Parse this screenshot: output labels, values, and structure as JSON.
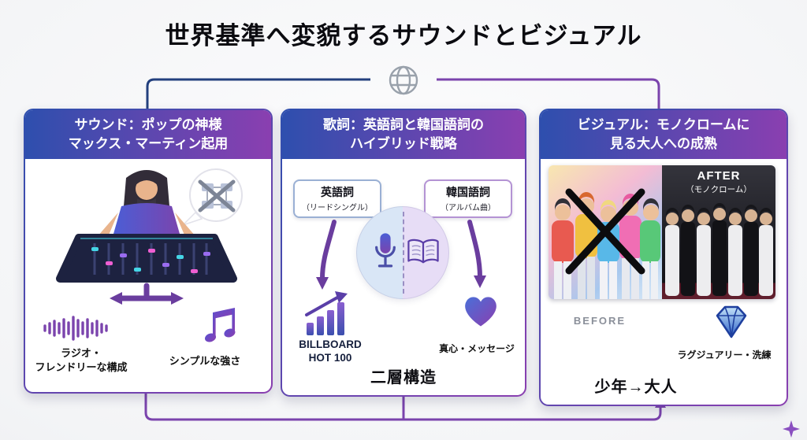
{
  "title": "世界基準へ変貌するサウンドとビジュアル",
  "colors": {
    "header_gradient_start": "#2e4fae",
    "header_gradient_end": "#8a3fb0",
    "connector_blue": "#23407e",
    "connector_purple": "#7b44ad",
    "arrow_purple": "#6a3d9e"
  },
  "sound_card": {
    "header": "サウンド：ポップの神様\nマックス・マーティン起用",
    "radio_label": "ラジオ・\nフレンドリーな構成",
    "simple_label": "シンプルな強さ"
  },
  "lyrics_card": {
    "header": "歌詞：英語詞と韓国語詞の\nハイブリッド戦略",
    "english_box": {
      "title": "英語詞",
      "sub": "（リードシングル）"
    },
    "korean_box": {
      "title": "韓国語詞",
      "sub": "（アルバム曲）"
    },
    "billboard_label": "BILLBOARD\nHOT 100",
    "heart_label": "真心・メッセージ",
    "footer": "二層構造"
  },
  "visual_card": {
    "header": "ビジュアル：モノクロームに\n見る大人への成熟",
    "after_title": "AFTER",
    "after_sub": "（モノクローム）",
    "before_label": "BEFORE",
    "luxury_label": "ラグジュアリー・洗練",
    "footer": "少年→大人"
  }
}
